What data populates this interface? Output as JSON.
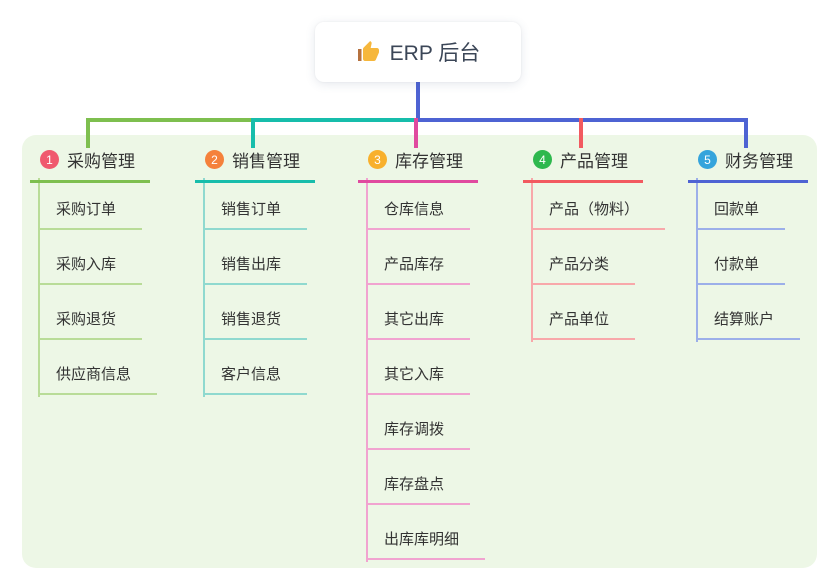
{
  "root": {
    "label": "ERP 后台",
    "icon": "thumbs-up",
    "connector_color": "#4e63d3",
    "card_background": "#ffffff",
    "text_color": "#3b4657"
  },
  "panel": {
    "background": "#edf7e6"
  },
  "branches": [
    {
      "num": "1",
      "title": "采购管理",
      "badge_color": "#f0596e",
      "line_color": "#7ebf4f",
      "light_color": "#b9dc98",
      "items": [
        "采购订单",
        "采购入库",
        "采购退货",
        "供应商信息"
      ]
    },
    {
      "num": "2",
      "title": "销售管理",
      "badge_color": "#f5813b",
      "line_color": "#17bdab",
      "light_color": "#8fd9cf",
      "items": [
        "销售订单",
        "销售出库",
        "销售退货",
        "客户信息"
      ]
    },
    {
      "num": "3",
      "title": "库存管理",
      "badge_color": "#f8b02c",
      "line_color": "#e04a9f",
      "light_color": "#f1a3d0",
      "items": [
        "仓库信息",
        "产品库存",
        "其它出库",
        "其它入库",
        "库存调拨",
        "库存盘点",
        "出库库明细"
      ]
    },
    {
      "num": "4",
      "title": "产品管理",
      "badge_color": "#2eb84e",
      "line_color": "#f25a60",
      "light_color": "#f8a8aa",
      "items": [
        "产品（物料）",
        "产品分类",
        "产品单位"
      ]
    },
    {
      "num": "5",
      "title": "财务管理",
      "badge_color": "#35a4dc",
      "line_color": "#4e63d3",
      "light_color": "#9cafe9",
      "items": [
        "回款单",
        "付款单",
        "结算账户"
      ]
    }
  ]
}
